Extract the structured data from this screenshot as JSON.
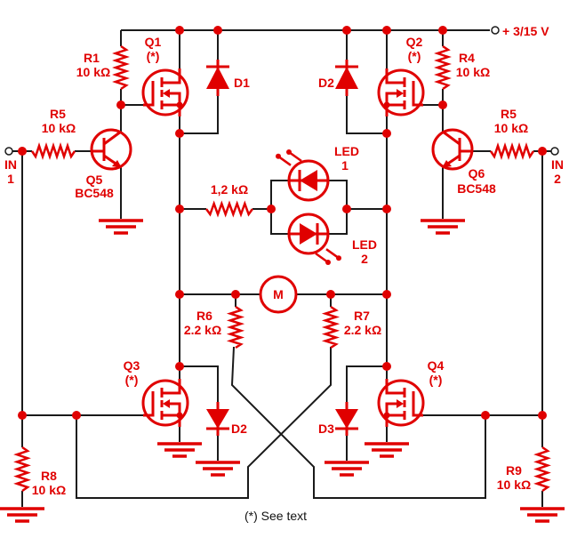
{
  "supply": "+ 3/15 V",
  "note": "(*) See text",
  "colors": {
    "component": "#e00000",
    "wire": "#1a1a1a"
  },
  "components": {
    "Q1": {
      "name": "Q1",
      "note": "(*)"
    },
    "Q2": {
      "name": "Q2",
      "note": "(*)"
    },
    "Q3": {
      "name": "Q3",
      "note": "(*)"
    },
    "Q4": {
      "name": "Q4",
      "note": "(*)"
    },
    "Q5": {
      "name": "Q5",
      "type": "BC548"
    },
    "Q6": {
      "name": "Q6",
      "type": "BC548"
    },
    "R1": {
      "name": "R1",
      "value": "10 kΩ"
    },
    "R4": {
      "name": "R4",
      "value": "10 kΩ"
    },
    "R5L": {
      "name": "R5",
      "value": "10 kΩ"
    },
    "R5R": {
      "name": "R5",
      "value": "10 kΩ"
    },
    "R6": {
      "name": "R6",
      "value": "2.2 kΩ"
    },
    "R7": {
      "name": "R7",
      "value": "2.2 kΩ"
    },
    "R8": {
      "name": "R8",
      "value": "10 kΩ"
    },
    "R9": {
      "name": "R9",
      "value": "10 kΩ"
    },
    "Rled": {
      "value": "1,2 kΩ"
    },
    "D1": "D1",
    "D2top": "D2",
    "D2bot": "D2",
    "D3": "D3",
    "LED1": {
      "name": "LED",
      "num": "1"
    },
    "LED2": {
      "name": "LED",
      "num": "2"
    },
    "motor": "M"
  },
  "inputs": {
    "in1": {
      "name": "IN",
      "num": "1"
    },
    "in2": {
      "name": "IN",
      "num": "2"
    }
  }
}
